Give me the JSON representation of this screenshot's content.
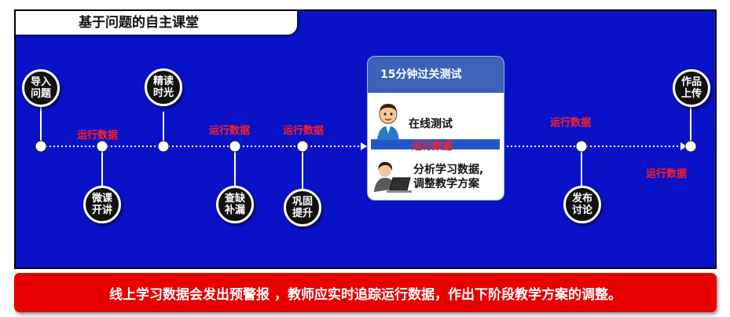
{
  "title": "基于问题的自主课堂",
  "nodes_top": [
    {
      "label": "导入问题"
    },
    {
      "label": "精读时光"
    },
    {
      "label": "作品上传"
    }
  ],
  "nodes_bottom": [
    {
      "label": "微课开讲"
    },
    {
      "label": "查缺补漏"
    },
    {
      "label": "巩固提升"
    },
    {
      "label": "发布讨论"
    }
  ],
  "run_data_label": "运行数据",
  "quiz_card": {
    "header": "15分钟过关测试",
    "item1": "在线测试",
    "item1_note": "运行数据",
    "item2_line1": "分析学习数据,",
    "item2_line2": "调整教学方案"
  },
  "banner": "线上学习数据会发出预警报 ，教师应实时追踪运行数据，作出下阶段教学方案的调整。",
  "colors": {
    "panel": "#0a12c8",
    "accent_red": "#ff2020",
    "banner": "#e60000",
    "card_header": "#3b63b8"
  }
}
